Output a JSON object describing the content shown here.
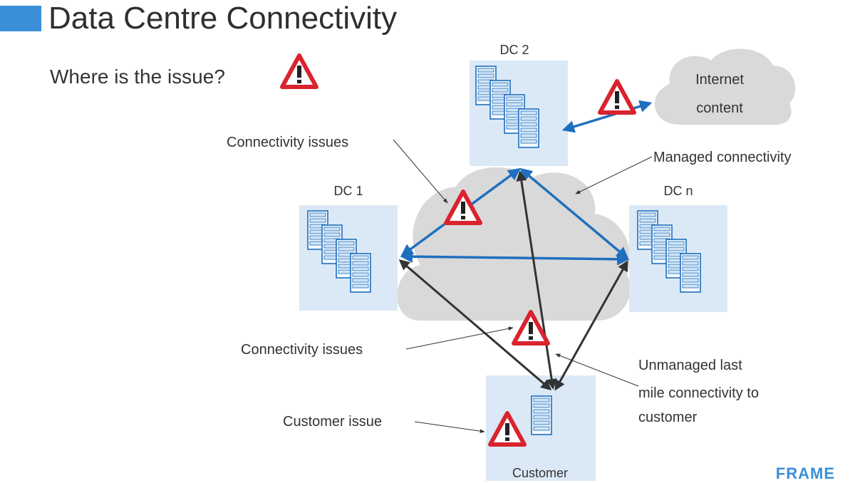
{
  "header": {
    "title": "Data Centre Connectivity",
    "subtitle": "Where is the issue?"
  },
  "nodes": {
    "dc2": "DC 2",
    "dc1": "DC 1",
    "dcn": "DC n",
    "internet": [
      "Internet",
      "content"
    ],
    "customer": "Customer"
  },
  "annotations": {
    "connectivity_issues_top": "Connectivity issues",
    "managed": "Managed connectivity",
    "connectivity_issues_bottom": "Connectivity issues",
    "unmanaged": [
      "Unmanaged last",
      "mile connectivity to",
      "customer"
    ],
    "customer_issue": "Customer issue"
  },
  "logo": "FRAME",
  "colors": {
    "accent": "#3b8fd9",
    "managed_link": "#1f6fbf",
    "unmanaged_link": "#333333",
    "cloud": "#d9d9d9",
    "dc_box": "#dbe9f6",
    "warning": "#d9232e"
  },
  "icons": [
    "warning-triangle-icon",
    "server-rack-icon",
    "cloud-icon"
  ]
}
